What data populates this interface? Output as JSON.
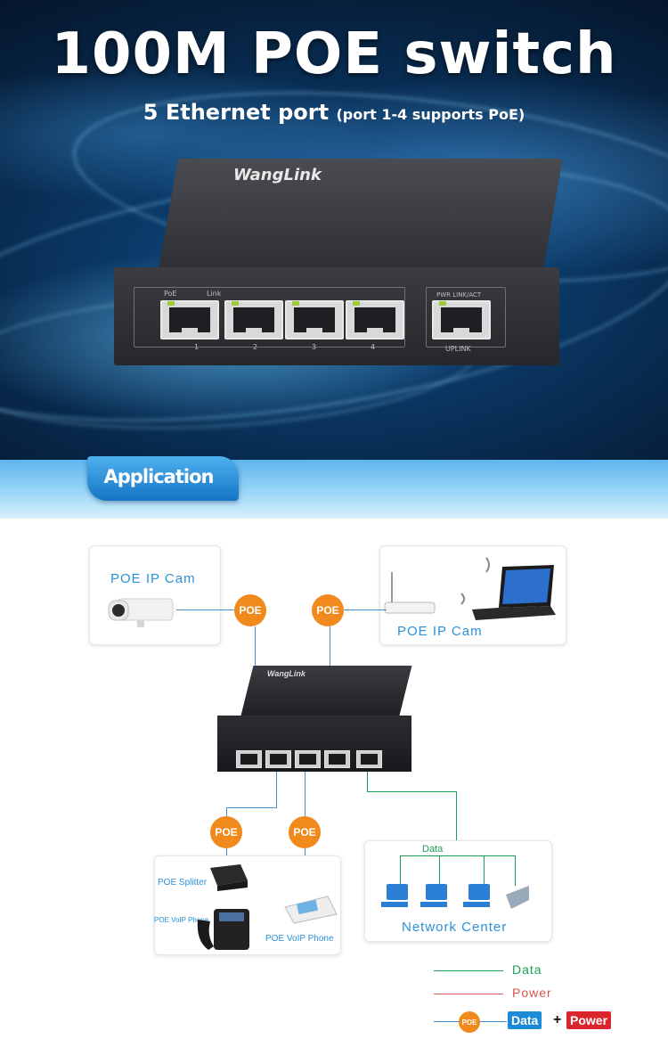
{
  "hero": {
    "title": "100M POE switch",
    "subtitle_main": "5 Ethernet port",
    "subtitle_note": "(port 1-4 supports PoE)",
    "brand": "WangLink",
    "panel_labels": {
      "poe": "PoE",
      "link": "Link",
      "pwr": "PWR LINK/ACT",
      "uplink": "UPLINK",
      "ports": [
        "1",
        "2",
        "3",
        "4"
      ]
    }
  },
  "section": {
    "label": "Application"
  },
  "diagram": {
    "cam_card_title": "POE IP Cam",
    "router_card_title": "POE IP Cam",
    "poe_badges": [
      "POE",
      "POE",
      "POE",
      "POE"
    ],
    "small_switch_brand": "WangLink",
    "phone_card": {
      "splitter_label": "POE  Splitter",
      "voip_label_left": "POE VoIP Phone",
      "voip_label_right": "POE VoIP Phone"
    },
    "network_card": {
      "data_label": "Data",
      "title": "Network Center"
    }
  },
  "legend": {
    "data": "Data",
    "power": "Power",
    "poe_badge": "POE",
    "tag_data": "Data",
    "plus": "+",
    "tag_power": "Power",
    "colors": {
      "data": "#1a9d5a",
      "power": "#d9534f",
      "poe": "#f08a1c",
      "tag_data": "#1c8ad6",
      "tag_power": "#d9252b"
    }
  }
}
